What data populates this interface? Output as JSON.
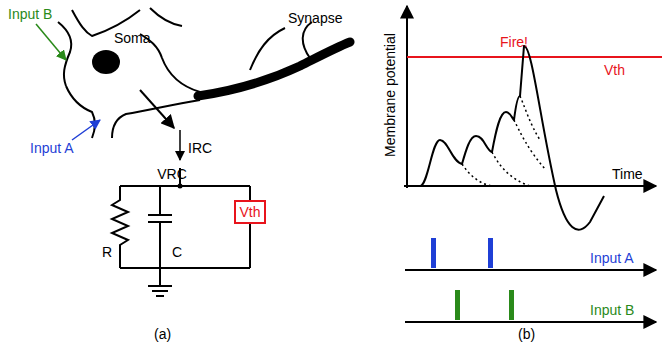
{
  "diagram": {
    "nodes": [
      {
        "text": [
          "Vth"
        ]
      }
    ],
    "labels": [
      "Input B",
      "Soma",
      "Synapse",
      "Input A",
      "IRC",
      "VRC",
      "R",
      "C",
      "(a)",
      "Fire!",
      "Vth",
      "Membrane potential",
      "Time",
      "Input A",
      "Input B",
      "(b)"
    ]
  }
}
